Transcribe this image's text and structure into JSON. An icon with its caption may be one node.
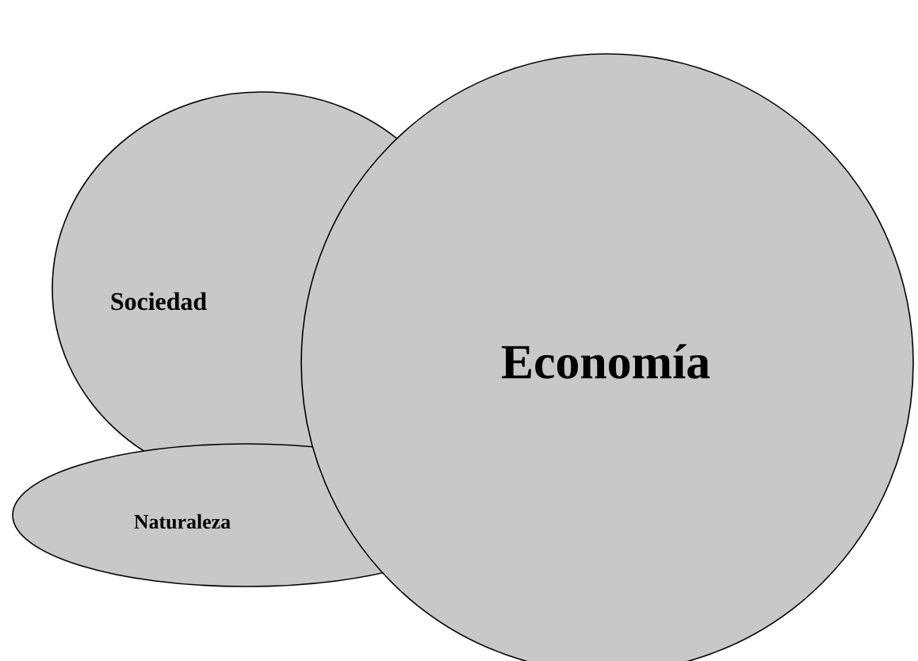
{
  "diagram": {
    "nodes": [
      {
        "text": [
          "Sociedad"
        ]
      },
      {
        "text": [
          "Naturaleza"
        ]
      },
      {
        "text": [
          "Economía"
        ]
      }
    ]
  }
}
